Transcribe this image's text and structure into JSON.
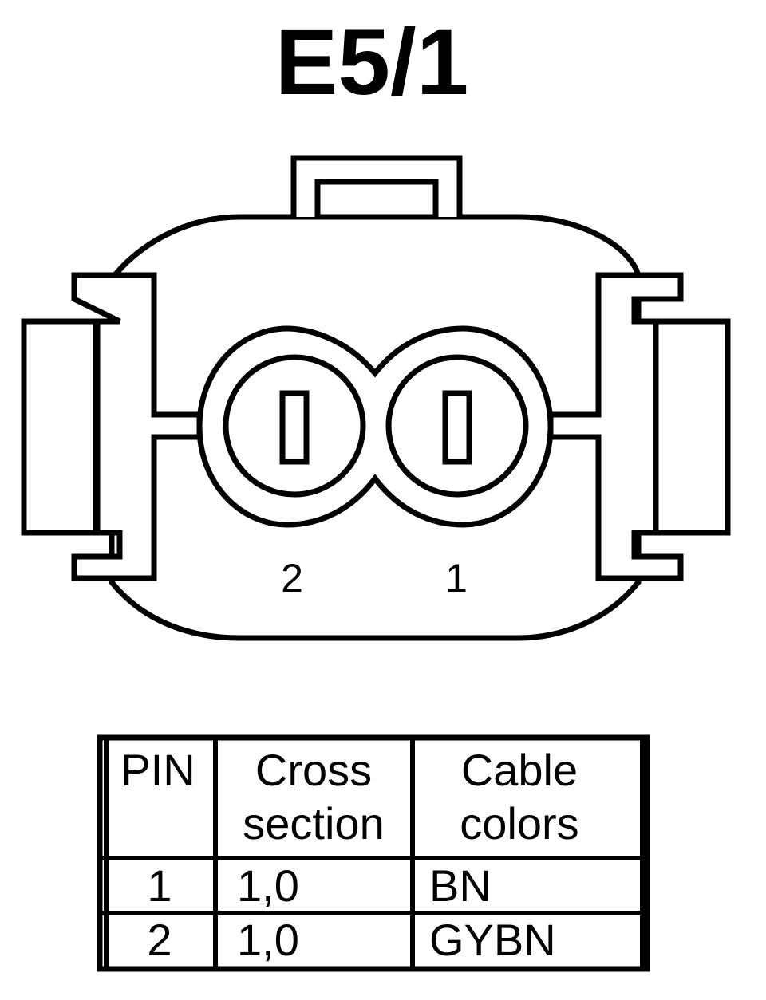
{
  "title": "E5/1",
  "pins": [
    {
      "label": "2"
    },
    {
      "label": "1"
    }
  ],
  "table": {
    "headers": [
      [
        "PIN"
      ],
      [
        "Cross",
        "section"
      ],
      [
        "Cable",
        "colors"
      ]
    ],
    "rows": [
      {
        "pin": "1",
        "cross_section": "1,0",
        "cable_colors": "BN"
      },
      {
        "pin": "2",
        "cross_section": "1,0",
        "cable_colors": "GYBN"
      }
    ]
  }
}
